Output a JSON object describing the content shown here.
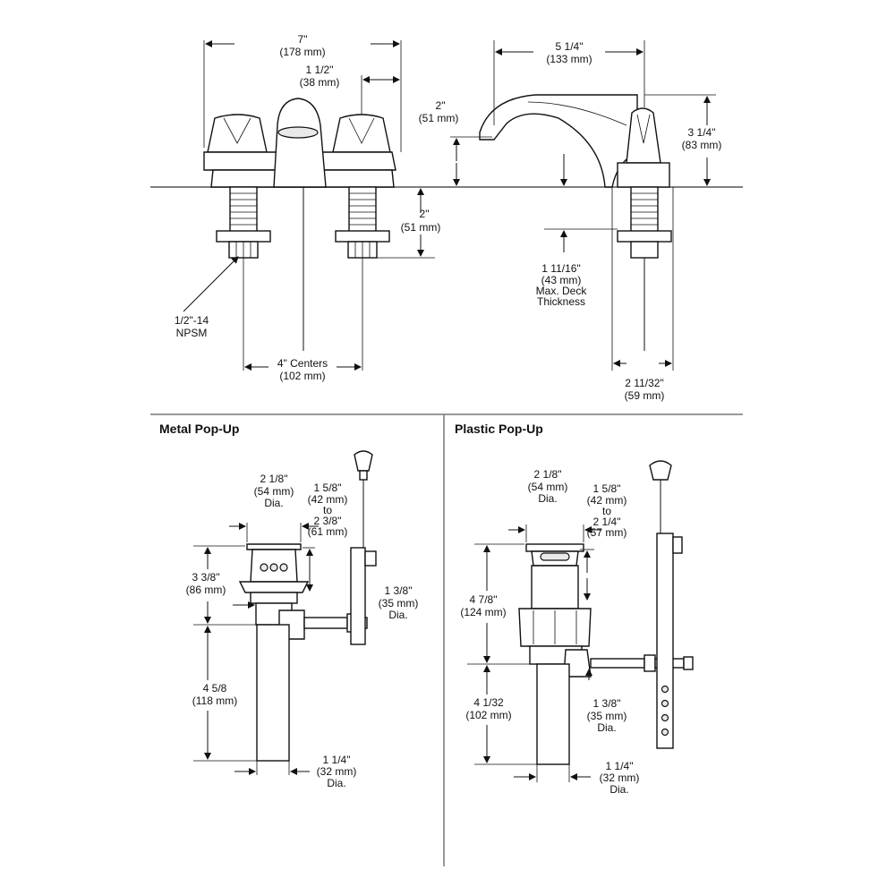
{
  "faucet_top": {
    "overall_width": [
      "7\"",
      "(178 mm)"
    ],
    "handle_offset": [
      "1 1/2\"",
      "(38 mm)"
    ],
    "spout_reach": [
      "5 1/4\"",
      "(133 mm)"
    ],
    "spout_outlet_height": [
      "2\"",
      "(51 mm)"
    ],
    "overall_height": [
      "3 1/4\"",
      "(83 mm)"
    ],
    "shank_length": [
      "2\"",
      "(51 mm)"
    ],
    "deck_thickness": [
      "1 11/16\"",
      "(43 mm)",
      "Max. Deck",
      "Thickness"
    ],
    "thread_spec": [
      "1/2\"-14",
      "NPSM"
    ],
    "centers": [
      "4\" Centers",
      "(102 mm)"
    ],
    "base_depth": [
      "2 11/32\"",
      "(59 mm)"
    ]
  },
  "metal_popup": {
    "title": "Metal Pop-Up",
    "flange_dia": [
      "2 1/8\"",
      "(54 mm)",
      "Dia."
    ],
    "lift_rod_range": [
      "1 5/8\"",
      "(42 mm)",
      "to",
      "2 3/8\"",
      "(61 mm)"
    ],
    "body_height": [
      "3 3/8\"",
      "(86 mm)"
    ],
    "pivot_dia": [
      "1 3/8\"",
      "(35 mm)",
      "Dia."
    ],
    "tailpiece_length": [
      "4 5/8",
      "(118 mm)"
    ],
    "tailpiece_dia": [
      "1 1/4\"",
      "(32 mm)",
      "Dia."
    ]
  },
  "plastic_popup": {
    "title": "Plastic Pop-Up",
    "flange_dia": [
      "2 1/8\"",
      "(54 mm)",
      "Dia."
    ],
    "lift_rod_range": [
      "1 5/8\"",
      "(42 mm)",
      "to",
      "2 1/4\"",
      "(57 mm)"
    ],
    "body_height": [
      "4 7/8\"",
      "(124 mm)"
    ],
    "pivot_dia": [
      "1 3/8\"",
      "(35 mm)",
      "Dia."
    ],
    "tailpiece_length": [
      "4 1/32",
      "(102 mm)"
    ],
    "tailpiece_dia": [
      "1 1/4\"",
      "(32 mm)",
      "Dia."
    ]
  }
}
